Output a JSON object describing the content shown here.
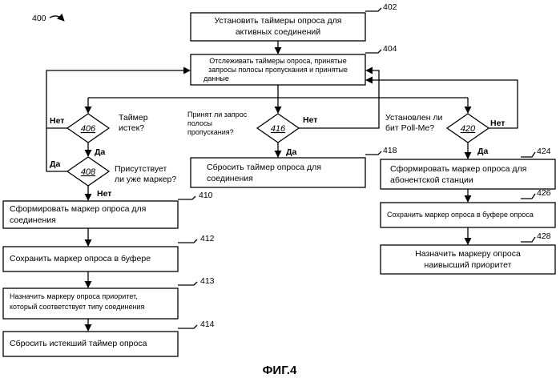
{
  "figure": {
    "number": "400",
    "caption": "ФИГ.4"
  },
  "boxes": {
    "b402": {
      "ref": "402",
      "lines": [
        "Установить таймеры опроса для",
        "активных соединений"
      ]
    },
    "b404": {
      "ref": "404",
      "lines": [
        "Отслеживать таймеры опроса, принятые",
        "запросы полосы пропускания и принятые",
        "данные"
      ]
    },
    "b410": {
      "ref": "410",
      "lines": [
        "Сформировать маркер опроса для",
        "соединения"
      ]
    },
    "b412": {
      "ref": "412",
      "lines": [
        "Сохранить маркер опроса в буфере"
      ]
    },
    "b413": {
      "ref": "413",
      "lines": [
        "Назначить маркеру опроса приоритет,",
        "который соответствует типу соединения"
      ]
    },
    "b414": {
      "ref": "414",
      "lines": [
        "Сбросить истекший таймер опроса"
      ]
    },
    "b418": {
      "ref": "418",
      "lines": [
        "Сбросить таймер опроса для",
        "соединения"
      ]
    },
    "b424": {
      "ref": "424",
      "lines": [
        "Сформировать маркер опроса для",
        "абонентской станции"
      ]
    },
    "b426": {
      "ref": "426",
      "lines": [
        "Сохранить маркер опроса в буфере опроса"
      ]
    },
    "b428": {
      "ref": "428",
      "lines": [
        "Назначить маркеру опроса",
        "наивысший приоритет"
      ]
    }
  },
  "decisions": {
    "d406": {
      "ref": "406",
      "question": [
        "Таймер",
        "истек?"
      ],
      "no": "Нет",
      "yes": "Да"
    },
    "d408": {
      "ref": "408",
      "question": [
        "Присутствует",
        "ли уже маркер?"
      ],
      "no": "Нет",
      "yes": "Да"
    },
    "d416": {
      "ref": "416",
      "question": [
        "Принят ли запрос",
        "полосы",
        "пропускания?"
      ],
      "no": "Нет",
      "yes": "Да"
    },
    "d420": {
      "ref": "420",
      "question": [
        "Установлен ли",
        "бит Poll-Me?"
      ],
      "no": "Нет",
      "yes": "Да"
    }
  }
}
